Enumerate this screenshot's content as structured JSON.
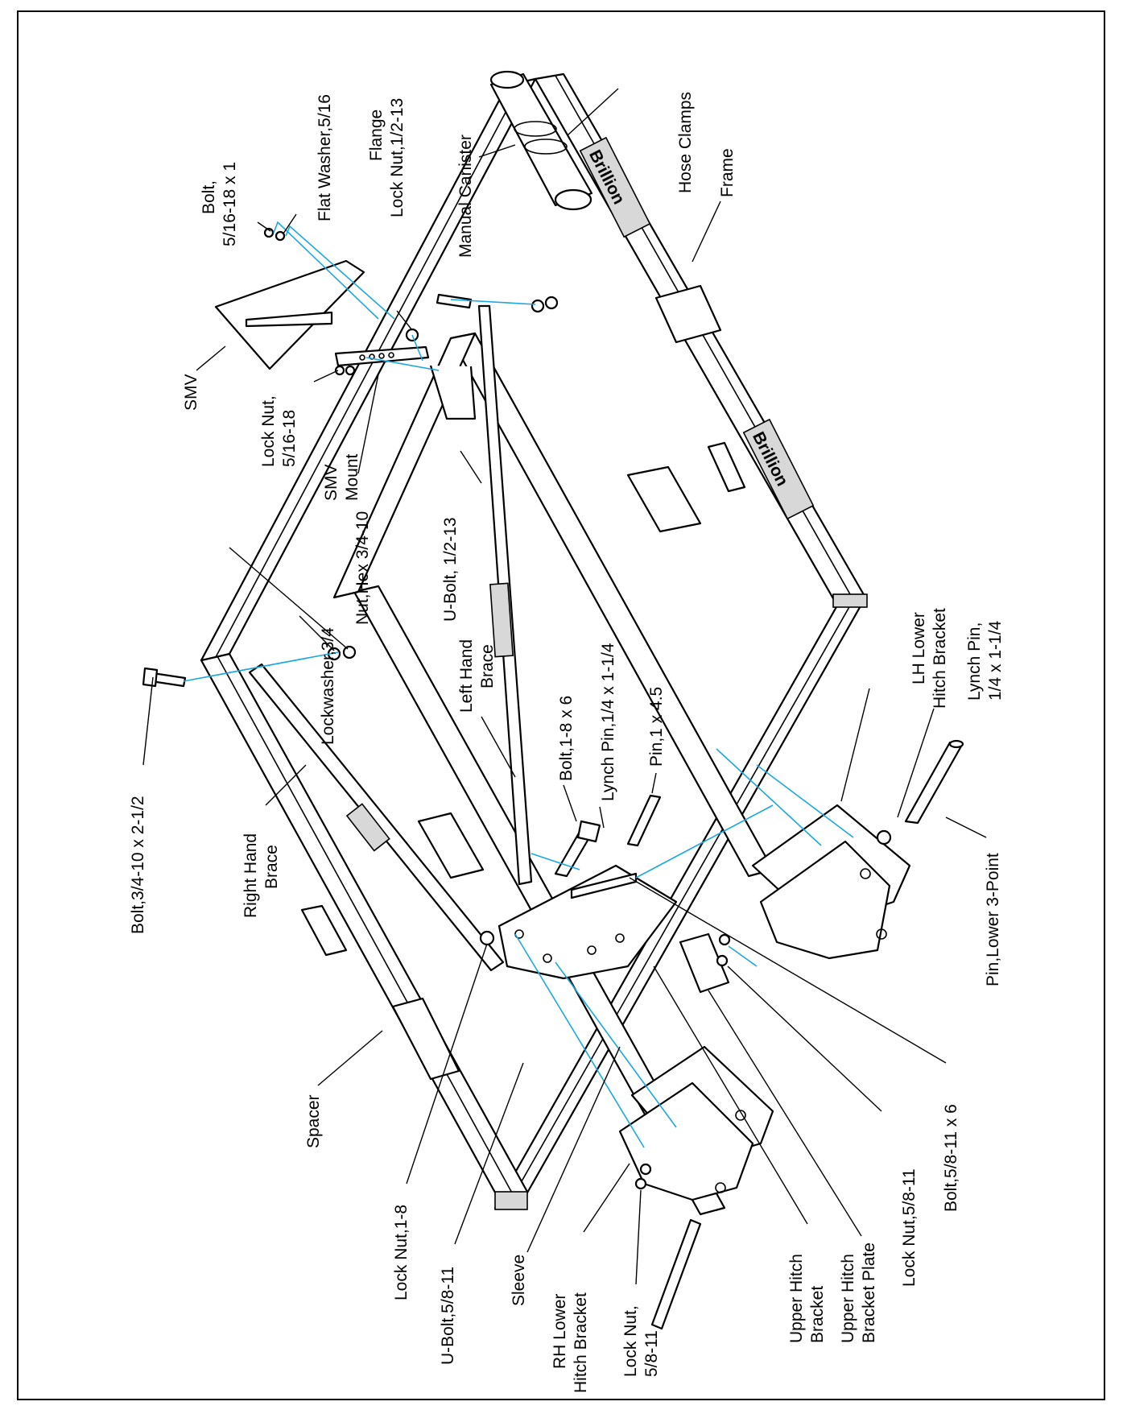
{
  "labels": {
    "bolt_5_16": "Bolt,\n5/16-18 x 1",
    "flat_washer": "Flat Washer,5/16",
    "flange_lock_nut": "Flange\nLock Nut,1/2-13",
    "manual_canister": "Manual Canister",
    "hose_clamps": "Hose Clamps",
    "frame": "Frame",
    "smv": "SMV",
    "lock_nut_5_16": "Lock Nut,\n5/16-18",
    "smv_mount": "SMV\nMount",
    "lockwasher": "Lockwasher,3/4",
    "nut_hex": "Nut,Hex 3/4-10",
    "u_bolt_1_2": "U-Bolt, 1/2-13",
    "left_hand_brace": "Left Hand\nBrace",
    "lh_lower_hitch": "LH Lower\nHitch Bracket",
    "lynch_pin_right": "Lynch Pin,\n1/4 x 1-1/4",
    "bolt_3_4": "Bolt,3/4-10 x 2-1/2",
    "right_hand_brace": "Right Hand\nBrace",
    "bolt_1_8": "Bolt,1-8 x 6",
    "lynch_pin_mid": "Lynch Pin,1/4 x 1-1/4",
    "pin_1x45": "Pin,1 x 4.5",
    "pin_lower": "Pin,Lower 3-Point",
    "spacer": "Spacer",
    "bolt_5_8": "Bolt,5/8-11 x 6",
    "lock_nut_1_8": "Lock Nut,1-8",
    "u_bolt_5_8": "U-Bolt,5/8-11",
    "sleeve": "Sleeve",
    "rh_lower_hitch": "RH Lower\nHitch Bracket",
    "lock_nut_5_8_bottom": "Lock Nut,\n5/8-11",
    "upper_hitch_bracket": "Upper Hitch\nBracket",
    "upper_hitch_plate": "Upper Hitch\nBracket Plate",
    "lock_nut_5_8_right": "Lock Nut,5/8-11",
    "brand": "Brillion"
  }
}
